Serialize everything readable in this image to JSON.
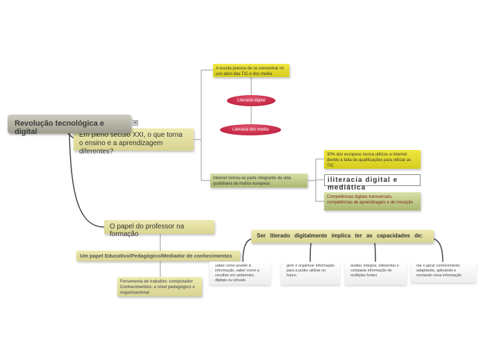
{
  "root": {
    "label": "Revolução tecnológica e digital",
    "menu_icon": "menu-icon"
  },
  "question": "Em pleno seculo XXI, o que torna o ensino e a aprendizagem diferentes?",
  "escola": "A escola precisa de se concentrar no uso ativo das TIC e dos media",
  "literacia_digital": "Literacia digital",
  "literacia_media": "Literacia dos media",
  "internet": "Internet tornou-se parte integrante da vida quotidiana de muitos europeus",
  "trinta": "30% dos europeus nunca utilizou a Internet devido à falta de qualificações para utilizar as TIC",
  "iliteracia": "iliteracia digital e mediática",
  "competencias": "Competências digitais transversais, competências de aprendizagem e de inovação",
  "papel": "O papel do professor na formação",
  "um_papel": "Um papel Educativo/Pedagógico/Mediador de conhecimentos",
  "ferramenta": "Ferramenta de trabalho: computador Conhecimentos: a nível pedagógico e organizacional",
  "ser": "Ser literado digitalmente implica ter as capacidades de:",
  "capacidades": [
    "saber como aceder à informação, saber como a recolher em ambientes digitais ou virtuais",
    "gerir e organizar informação para a poder utilizar no futuro",
    "avaliar, integrar, interpretar e comparar informação de múltiplas fontes",
    "riar e gerar conhecimento adaptando, aplicando e recriando nova informação"
  ]
}
